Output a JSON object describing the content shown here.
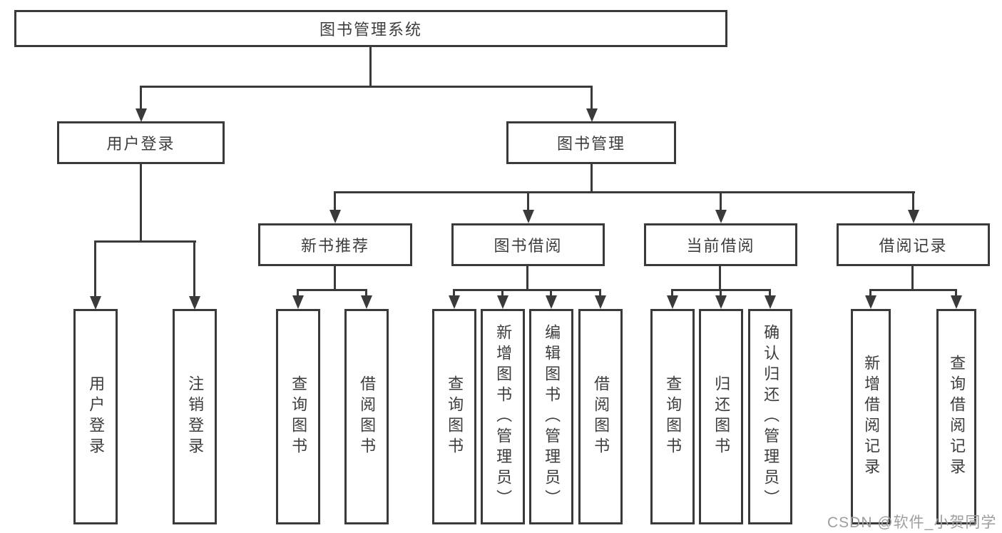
{
  "tree": {
    "root": "图书管理系统",
    "branches": [
      {
        "label": "用户登录",
        "children": [
          "用户登录",
          "注销登录"
        ]
      },
      {
        "label": "图书管理",
        "sub": [
          {
            "label": "新书推荐",
            "children": [
              "查询图书",
              "借阅图书"
            ]
          },
          {
            "label": "图书借阅",
            "children": [
              "查询图书",
              "新增图书（管理员）",
              "编辑图书（管理员）",
              "借阅图书"
            ]
          },
          {
            "label": "当前借阅",
            "children": [
              "查询图书",
              "归还图书",
              "确认归还（管理员）"
            ]
          },
          {
            "label": "借阅记录",
            "children": [
              "新增借阅记录",
              "查询借阅记录"
            ]
          }
        ]
      }
    ]
  },
  "watermark": "CSDN @软件_小贺同学",
  "colors": {
    "line": "#3a3a3a",
    "text": "#3d3d3d",
    "watermark": "#9e9e9e",
    "background": "#ffffff"
  }
}
